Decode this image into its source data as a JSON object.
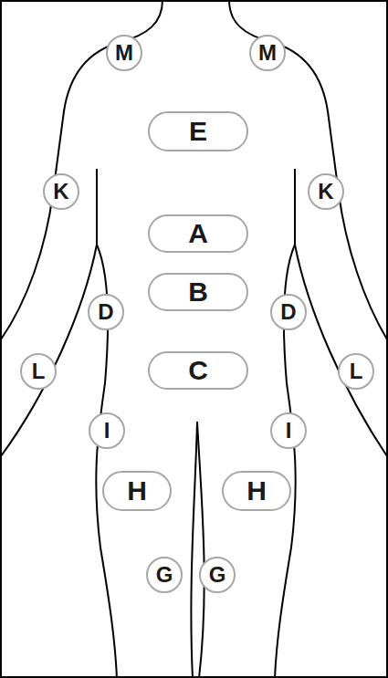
{
  "diagram": {
    "nodes": [
      {
        "text": [
          "M"
        ]
      },
      {
        "text": [
          "M"
        ]
      },
      {
        "text": [
          "E"
        ]
      },
      {
        "text": [
          "K"
        ]
      },
      {
        "text": [
          "K"
        ]
      },
      {
        "text": [
          "A"
        ]
      },
      {
        "text": [
          "B"
        ]
      },
      {
        "text": [
          "D"
        ]
      },
      {
        "text": [
          "D"
        ]
      },
      {
        "text": [
          "L"
        ]
      },
      {
        "text": [
          "C"
        ]
      },
      {
        "text": [
          "L"
        ]
      },
      {
        "text": [
          "I"
        ]
      },
      {
        "text": [
          "I"
        ]
      },
      {
        "text": [
          "H"
        ]
      },
      {
        "text": [
          "H"
        ]
      },
      {
        "text": [
          "G"
        ]
      },
      {
        "text": [
          "G"
        ]
      }
    ]
  }
}
